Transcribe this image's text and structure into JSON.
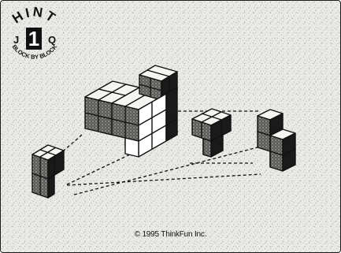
{
  "hint": {
    "word": "HINT",
    "number": "1",
    "left_letter": "J",
    "right_letter": "Q",
    "subtitle": "BLOCK BY BLOCK"
  },
  "pieces": [
    {
      "name": "assembled-puzzle-block"
    },
    {
      "name": "l-piece"
    },
    {
      "name": "step-piece"
    },
    {
      "name": "s-piece"
    }
  ],
  "footer": {
    "copyright": "© 1995 ThinkFun Inc."
  },
  "colors": {
    "card_bg": "#e9e9e6",
    "cube_dark": "#1a1a1a",
    "cube_light": "#ffffff",
    "outline": "#111111"
  }
}
